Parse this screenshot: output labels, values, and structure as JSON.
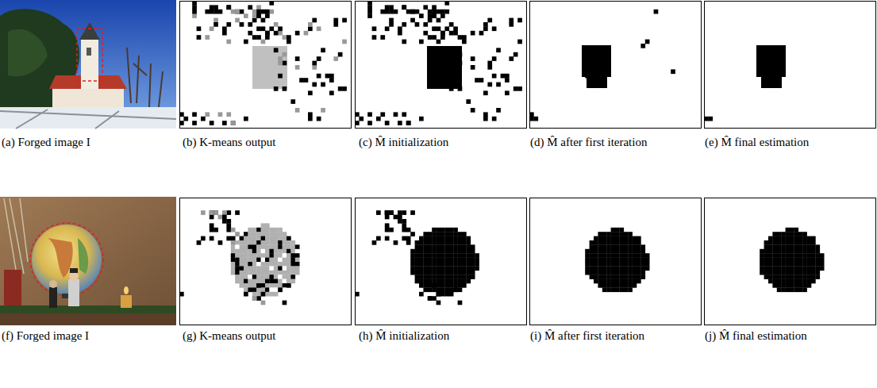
{
  "diagram": {
    "labels": [
      "(a) Forged image I",
      "(b) K-means output",
      "(c) M̂ initialization",
      "(d) M̂ after first iteration",
      "(e) M̂ final estimation",
      "(f) Forged image I",
      "(g) K-means output",
      "(h) M̂ initialization",
      "(i) M̂ after first iteration",
      "(j) M̂ final estimation"
    ]
  }
}
